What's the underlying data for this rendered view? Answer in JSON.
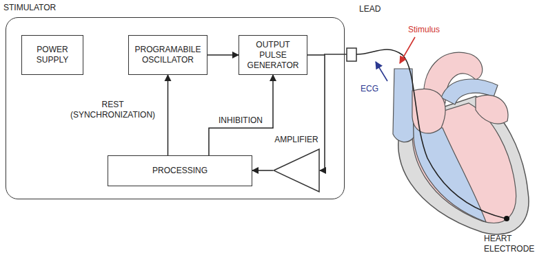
{
  "diagram": {
    "nodes": [
      {
        "text": [
          "STIMULATOR"
        ]
      },
      {
        "text": [
          "POWER SUPPLY"
        ],
        "in": 0
      },
      {
        "text": [
          "PROGRAMABILE OSCILLATOR"
        ],
        "in": 0
      },
      {
        "text": [
          "OUTPUT PULSE GENERATOR"
        ],
        "in": 0
      },
      {
        "text": [
          "PROCESSING"
        ],
        "in": 0
      },
      {
        "text": [
          "AMPLIFIER"
        ],
        "in": 0
      }
    ],
    "edges": [
      {
        "from": 2,
        "to": 3,
        "arrow": "to"
      },
      {
        "from": 4,
        "to": 2,
        "label": "REST (SYNCHRONIZATION)",
        "arrow": "to"
      },
      {
        "from": 4,
        "to": 3,
        "label": "INHIBITION",
        "arrow": "to"
      },
      {
        "from": 3,
        "to": 5,
        "arrow": "to"
      },
      {
        "from": 5,
        "to": 4,
        "arrow": "to"
      }
    ],
    "labels": [
      "LEAD",
      "Stimulus",
      "ECG",
      "HEART ELECTRODE"
    ]
  }
}
